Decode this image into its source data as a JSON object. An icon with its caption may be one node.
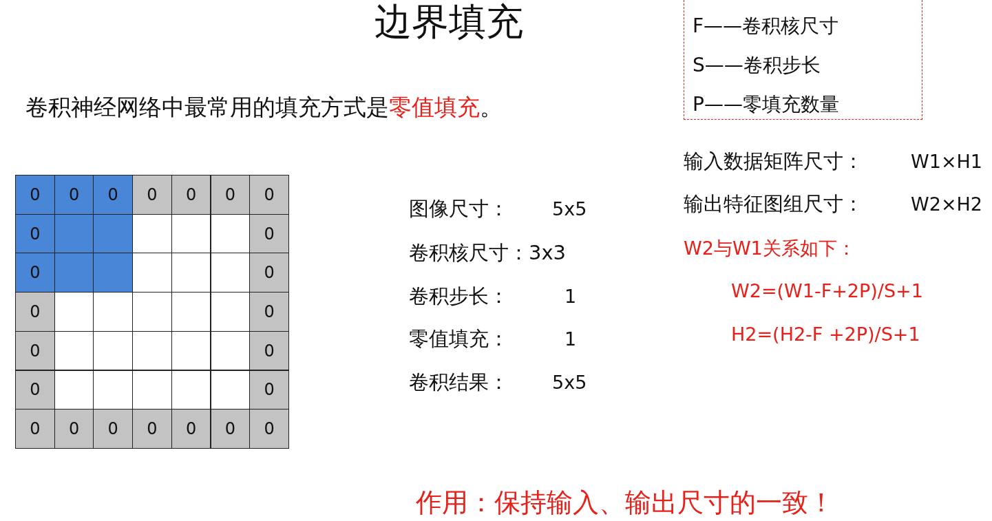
{
  "diagram": {
    "title": "边界填充",
    "nodes": [
      {
        "text": [
          "F——卷积核尺寸",
          "S——卷积步长",
          "P——零填充数量"
        ]
      }
    ],
    "labels": [
      "卷积神经网络中最常用的填充方式是**零值填充**。",
      "输入数据矩阵尺寸：",
      "W1×H1",
      "输出特征图组尺寸：",
      "W2×H2",
      "W2与W1关系如下：",
      "W2=(W1-F+2P)/S+1",
      "H2=(H2-F +2P)/S+1",
      "图像尺寸：",
      "5x5",
      "卷积核尺寸：3x3",
      "卷积步长：",
      "1",
      "零值填充：",
      "1",
      "卷积结果：",
      "5x5",
      "0",
      "0",
      "0",
      "0",
      "0",
      "0",
      "0",
      "0",
      "0",
      "0",
      "0",
      "0",
      "0",
      "0",
      "0",
      "0",
      "0",
      "0",
      "0",
      "0",
      "0",
      "0",
      "0",
      "0",
      "作用：保持输入、输出尺寸的一致！"
    ]
  }
}
